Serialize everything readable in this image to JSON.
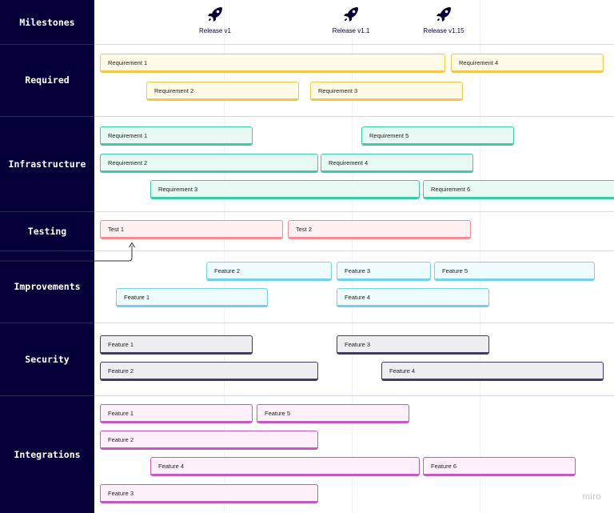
{
  "lanes": {
    "milestones": "Milestones",
    "required": "Required",
    "infrastructure": "Infrastructure",
    "testing": "Testing",
    "improvements": "Improvements",
    "security": "Security",
    "integrations": "Integrations"
  },
  "milestones": [
    {
      "label": "Release v1",
      "icon": "rocket-icon"
    },
    {
      "label": "Release v1.1",
      "icon": "rocket-icon"
    },
    {
      "label": "Release v1.15",
      "icon": "rocket-icon"
    }
  ],
  "required": [
    "Requirement 1",
    "Requirement 4",
    "Requirement 2",
    "Requirement 3"
  ],
  "infrastructure": [
    "Requirement 1",
    "Requirement 5",
    "Requirement 2",
    "Requirement 4",
    "Requirement 3",
    "Requirement 6"
  ],
  "testing": [
    "Test 1",
    "Test 2"
  ],
  "improvements": [
    "Feature 2",
    "Feature 3",
    "Feature 5",
    "Feature 1",
    "Feature 4"
  ],
  "security": [
    "Feature 1",
    "Feature 3",
    "Feature 2",
    "Feature 4"
  ],
  "integrations": [
    "Feature 1",
    "Feature 5",
    "Feature 2",
    "Feature 4",
    "Feature 6",
    "Feature 3"
  ],
  "logo": "miro",
  "colors": {
    "sidebar": "#050038",
    "required": "#f0c94c",
    "infrastructure": "#3cc9a6",
    "testing": "#ee8f98",
    "improvements": "#73d1ec",
    "security": "#3f3c5c",
    "integrations": "#c05bc2"
  }
}
